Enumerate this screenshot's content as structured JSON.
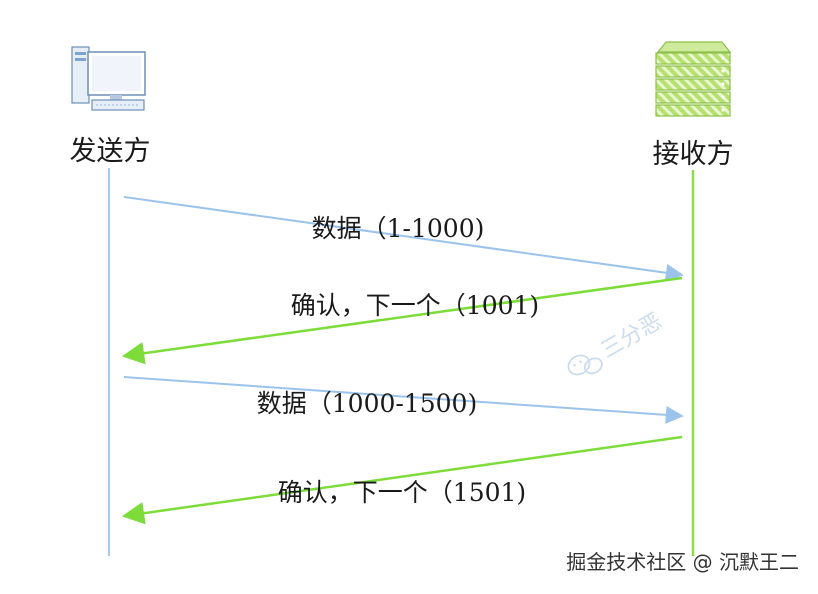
{
  "sender": {
    "label": "发送方"
  },
  "receiver": {
    "label": "接收方"
  },
  "messages": [
    {
      "label": "数据（1-1000)"
    },
    {
      "label": "确认，下一个（1001)"
    },
    {
      "label": "数据（1000-1500)"
    },
    {
      "label": "确认，下一个（1501)"
    }
  ],
  "watermark": {
    "text": "三分恶"
  },
  "footer": {
    "credit": "掘金技术社区 @ 沉默王二"
  },
  "colors": {
    "data_arrow": "#9cc3ea",
    "ack_arrow": "#7ddc3a",
    "sender_line": "#a8c8ea",
    "receiver_line": "#8fdc4a"
  }
}
